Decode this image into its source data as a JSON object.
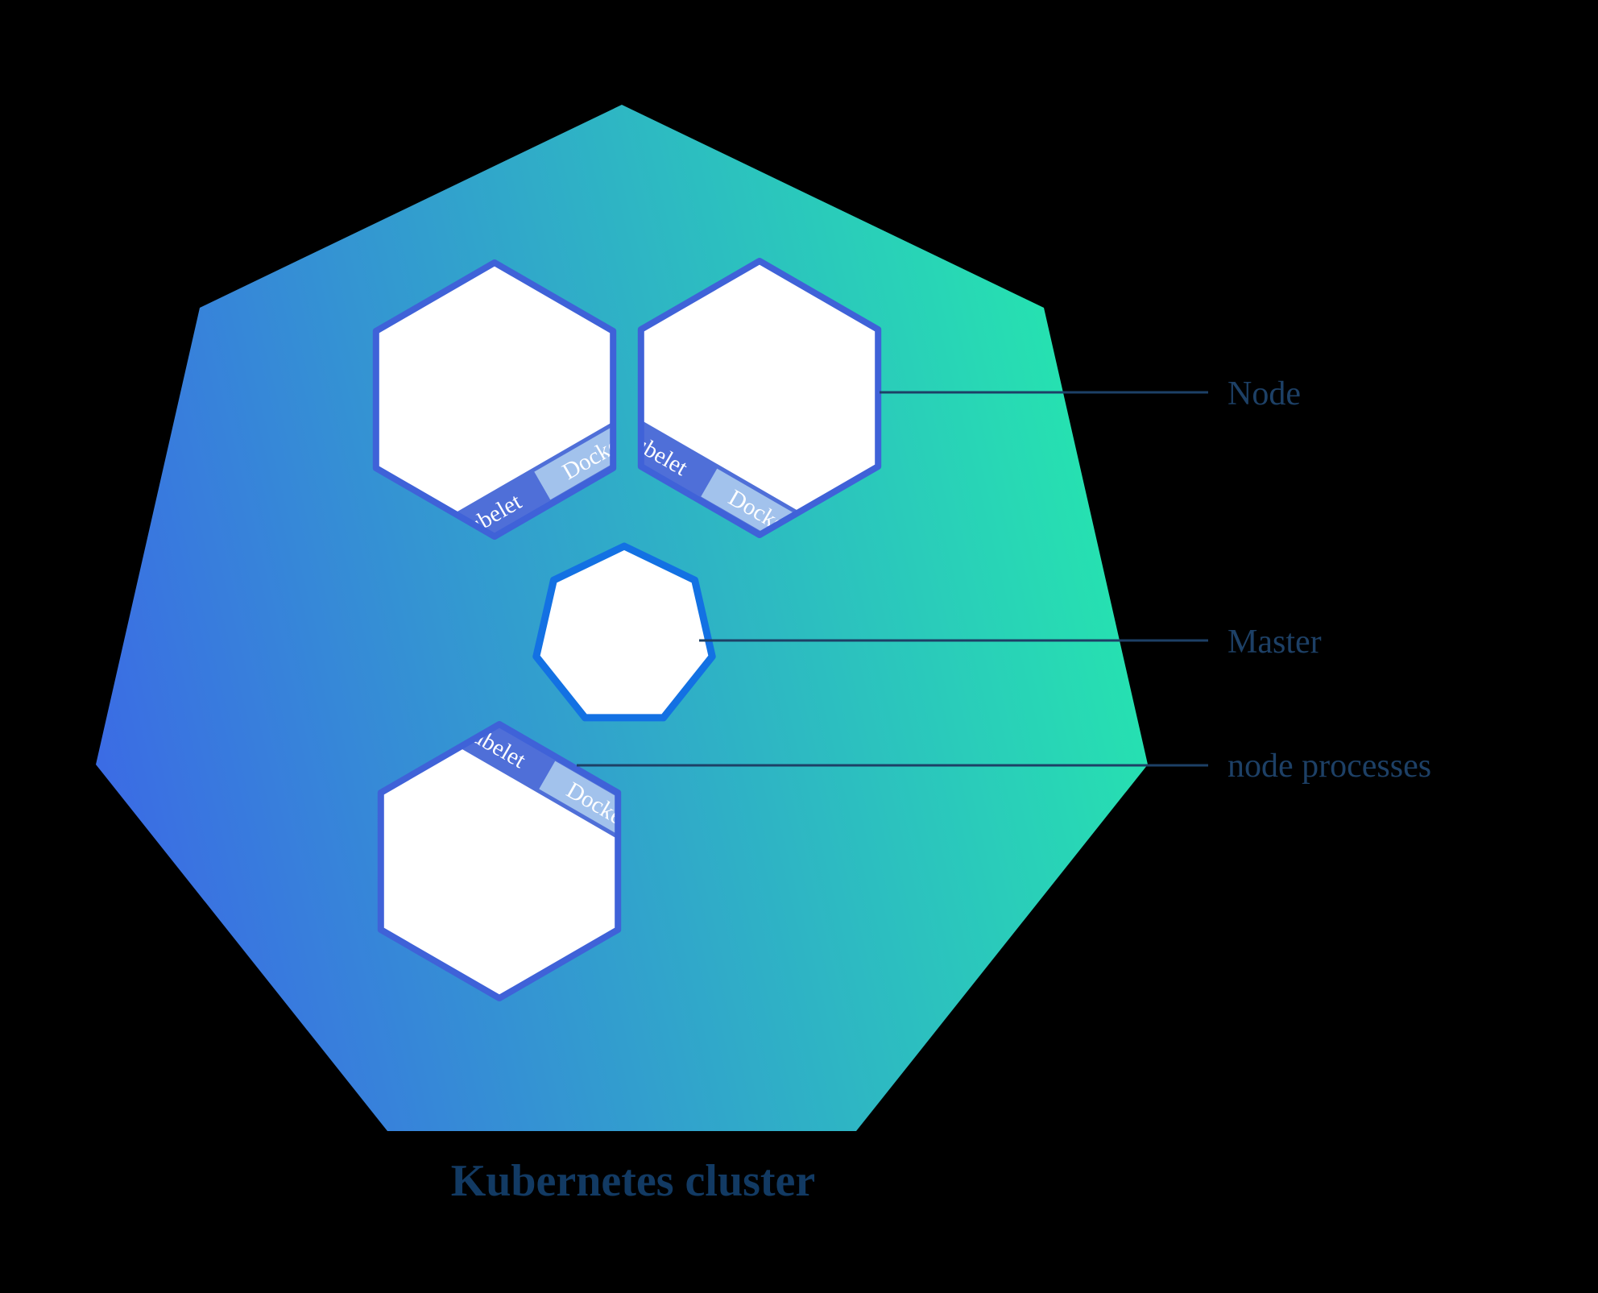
{
  "diagram": {
    "title": "Kubernetes cluster",
    "labels": {
      "node": "Node",
      "master": "Master",
      "node_processes": "node processes"
    },
    "nodes": [
      {
        "kubelet": "kubelet",
        "docker": "Docker"
      },
      {
        "kubelet": "kubelet",
        "docker": "Docker"
      },
      {
        "kubelet": "kubelet",
        "docker": "Docker"
      }
    ],
    "colors": {
      "background": "#000000",
      "cluster_gradient_start": "#3b6ce4",
      "cluster_gradient_end": "#25e7ae",
      "node_fill": "#ffffff",
      "node_border": "#3f62d8",
      "master_border": "#1371e3",
      "kubelet_band": "#4f6fd8",
      "docker_chip": "#a2c2ec",
      "band_text": "#ffffff",
      "label_text": "#1d4066",
      "title_text": "#123a63"
    }
  }
}
